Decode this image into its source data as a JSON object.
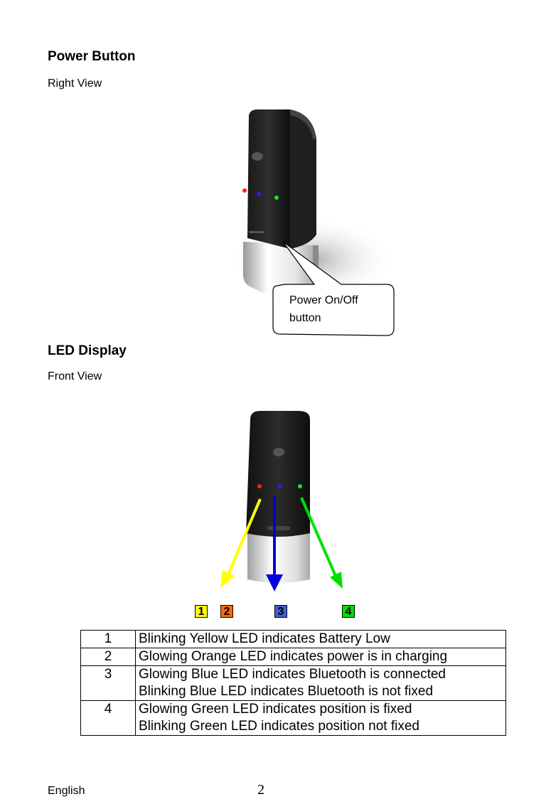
{
  "power": {
    "heading": "Power Button",
    "view": "Right View",
    "callout_line1": "Power On/Off",
    "callout_line2": "button"
  },
  "led": {
    "heading": "LED Display",
    "view": "Front View",
    "badges": [
      {
        "label": "1",
        "color": "#ffff00"
      },
      {
        "label": "2",
        "color": "#ff6a00"
      },
      {
        "label": "3",
        "color": "#3f5fd8"
      },
      {
        "label": "4",
        "color": "#00e000"
      }
    ],
    "table": [
      {
        "num": "1",
        "lines": [
          "Blinking Yellow LED indicates Battery Low"
        ]
      },
      {
        "num": "2",
        "lines": [
          "Glowing Orange LED indicates power is in charging"
        ]
      },
      {
        "num": "3",
        "lines": [
          "Glowing Blue LED indicates Bluetooth is connected",
          "Blinking Blue LED indicates Bluetooth is not fixed"
        ]
      },
      {
        "num": "4",
        "lines": [
          "Glowing Green LED indicates position is fixed",
          "Blinking Green LED indicates position not fixed"
        ]
      }
    ]
  },
  "footer": {
    "language": "English",
    "page": "2"
  },
  "colors": {
    "arrow_yellow": "#ffff00",
    "arrow_blue": "#0000e0",
    "arrow_green": "#00e000",
    "led_red": "#ff2020",
    "led_blue": "#2020ff",
    "led_green": "#20e020"
  }
}
